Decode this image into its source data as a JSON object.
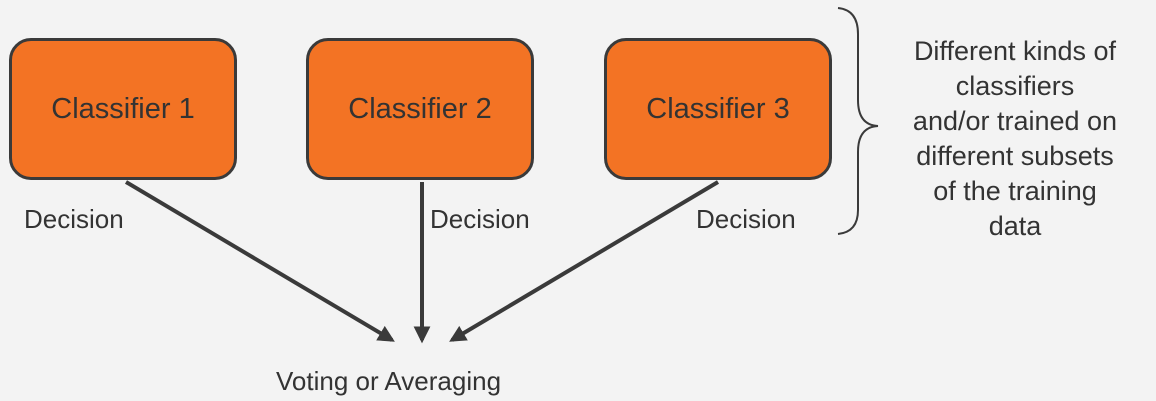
{
  "classifiers": [
    {
      "label": "Classifier 1"
    },
    {
      "label": "Classifier 2"
    },
    {
      "label": "Classifier 3"
    }
  ],
  "decision_labels": [
    "Decision",
    "Decision",
    "Decision"
  ],
  "output_label": "Voting or Averaging",
  "note_lines": [
    "Different kinds of",
    "classifiers",
    "and/or trained on",
    "different subsets",
    "of the training",
    "data"
  ],
  "colors": {
    "box_fill": "#f37324",
    "box_border": "#3a3a3a",
    "text": "#333333",
    "background": "#f3f3f3"
  }
}
